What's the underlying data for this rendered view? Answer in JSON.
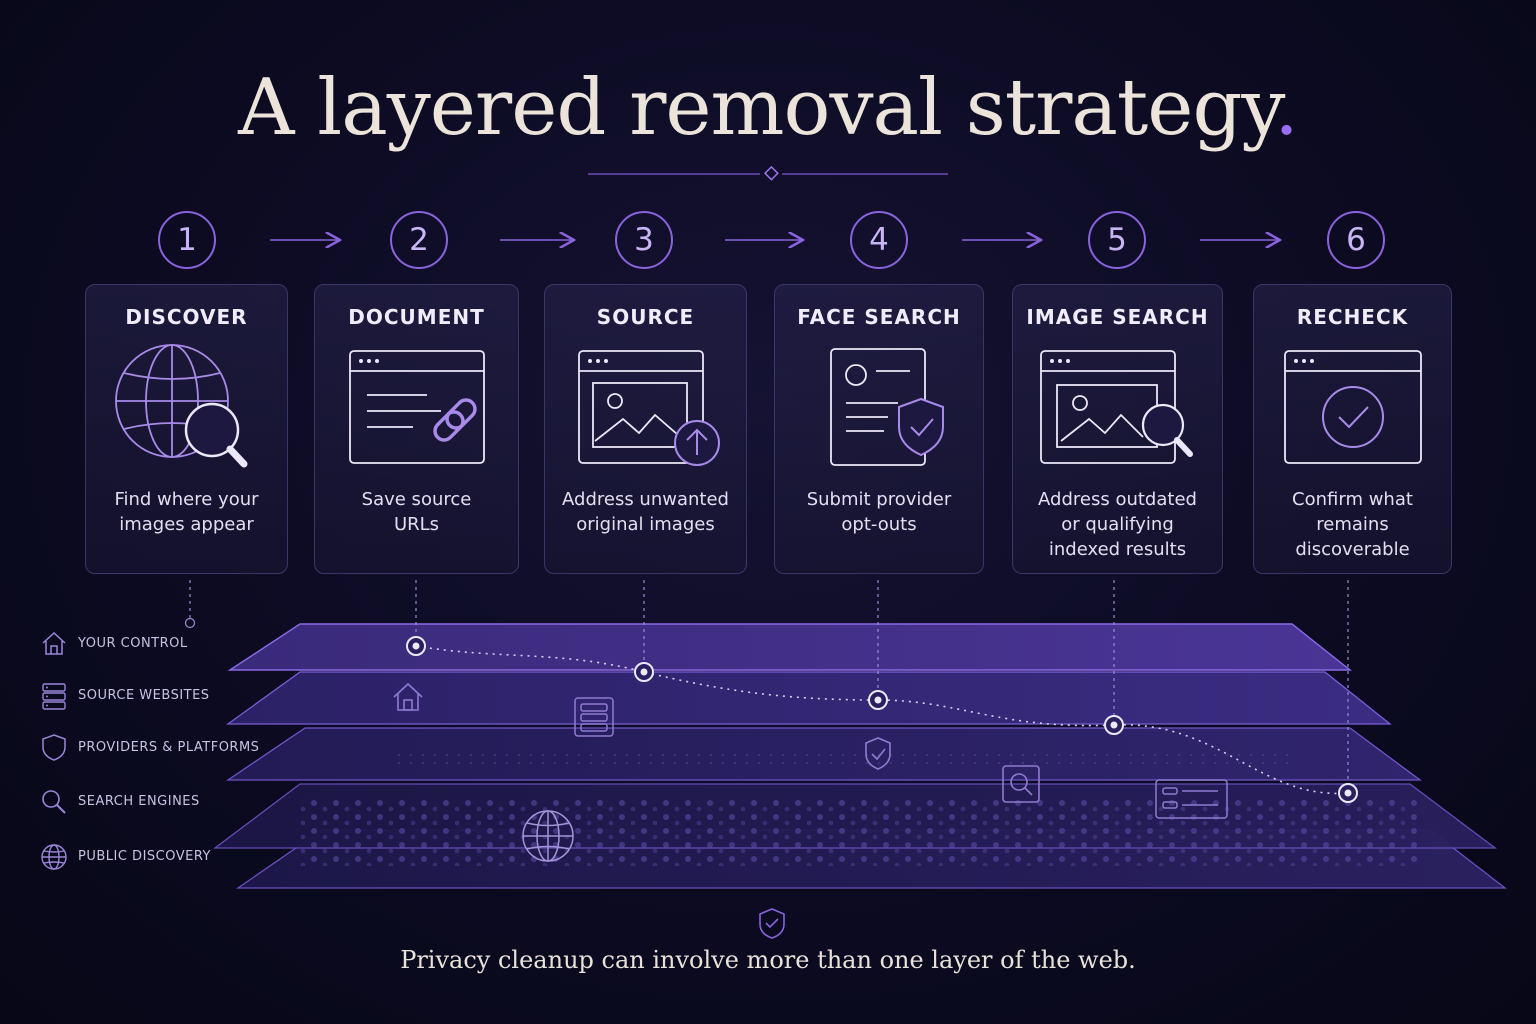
{
  "title": "A layered removal strategy",
  "title_dot": ".",
  "steps": [
    {
      "number": "1",
      "title": "DISCOVER",
      "description": "Find where your\nimages appear",
      "icon": "globe-search-icon"
    },
    {
      "number": "2",
      "title": "DOCUMENT",
      "description": "Save source\nURLs",
      "icon": "browser-link-icon"
    },
    {
      "number": "3",
      "title": "SOURCE",
      "description": "Address unwanted\noriginal images",
      "icon": "image-upload-icon"
    },
    {
      "number": "4",
      "title": "FACE SEARCH",
      "description": "Submit provider\nopt-outs",
      "icon": "profile-shield-icon"
    },
    {
      "number": "5",
      "title": "IMAGE SEARCH",
      "description": "Address outdated\nor qualifying\nindexed results",
      "icon": "image-search-icon"
    },
    {
      "number": "6",
      "title": "RECHECK",
      "description": "Confirm what\nremains\ndiscoverable",
      "icon": "browser-check-icon"
    }
  ],
  "layers": [
    {
      "label": "YOUR CONTROL",
      "icon": "home-icon"
    },
    {
      "label": "SOURCE WEBSITES",
      "icon": "server-icon"
    },
    {
      "label": "PROVIDERS & PLATFORMS",
      "icon": "shield-icon"
    },
    {
      "label": "SEARCH ENGINES",
      "icon": "search-icon"
    },
    {
      "label": "PUBLIC DISCOVERY",
      "icon": "globe-icon"
    }
  ],
  "footer": "Privacy cleanup can involve more than one layer of the web.",
  "colors": {
    "accent": "#8a63dc",
    "background": "#0c0b22",
    "title": "#ece4da"
  }
}
